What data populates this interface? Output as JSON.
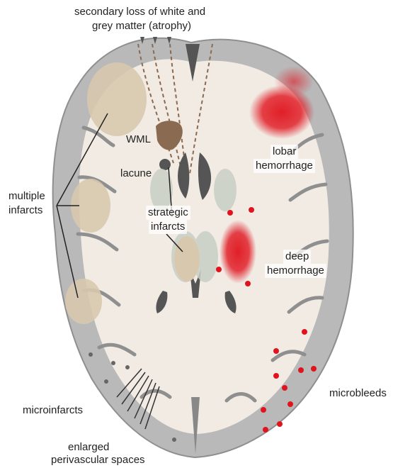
{
  "labels": {
    "atrophy_line1": "secondary loss of white and",
    "atrophy_line2": "grey matter (atrophy)",
    "wml": "WML",
    "lacune": "lacune",
    "multiple_infarcts_line1": "multiple",
    "multiple_infarcts_line2": "infarcts",
    "strategic_infarcts_line1": "strategic",
    "strategic_infarcts_line2": "infarcts",
    "lobar_hemorrhage_line1": "lobar",
    "lobar_hemorrhage_line2": "hemorrhage",
    "deep_hemorrhage_line1": "deep",
    "deep_hemorrhage_line2": "hemorrhage",
    "microinfarcts": "microinfarcts",
    "microbleeds": "microbleeds",
    "epvs_line1": "enlarged",
    "epvs_line2": "perivascular spaces"
  },
  "colors": {
    "cortex_grey": "#b9b9b9",
    "white_matter": "#f1ebe4",
    "infarct_tan": "#d8c9ae",
    "hemorrhage_red": "#e0141e",
    "wml_brown": "#8a6a50",
    "ventricle_dark": "#555555"
  }
}
